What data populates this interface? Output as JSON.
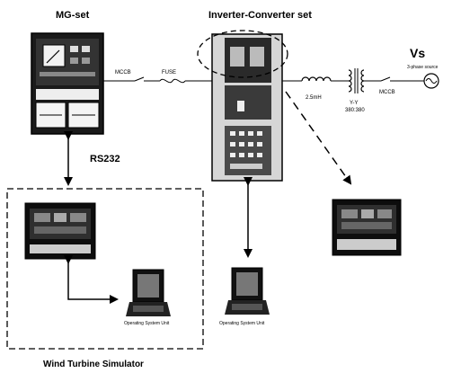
{
  "labels": {
    "mg_set": "MG-set",
    "inverter_converter_set": "Inverter-Converter set",
    "vs": "Vs",
    "three_phase_source": "3-phase source",
    "mccb_left": "MCCB",
    "fuse": "FUSE",
    "inductor": "2.5mH",
    "transformer_type": "Y-Y",
    "transformer_ratio": "380:380",
    "mccb_right": "MCCB",
    "rs232": "RS232",
    "wind_turbine_simulator": "Wind Turbine Simulator",
    "operating_system_left": "Operating System Unit",
    "operating_system_mid": "Operating System Unit"
  }
}
